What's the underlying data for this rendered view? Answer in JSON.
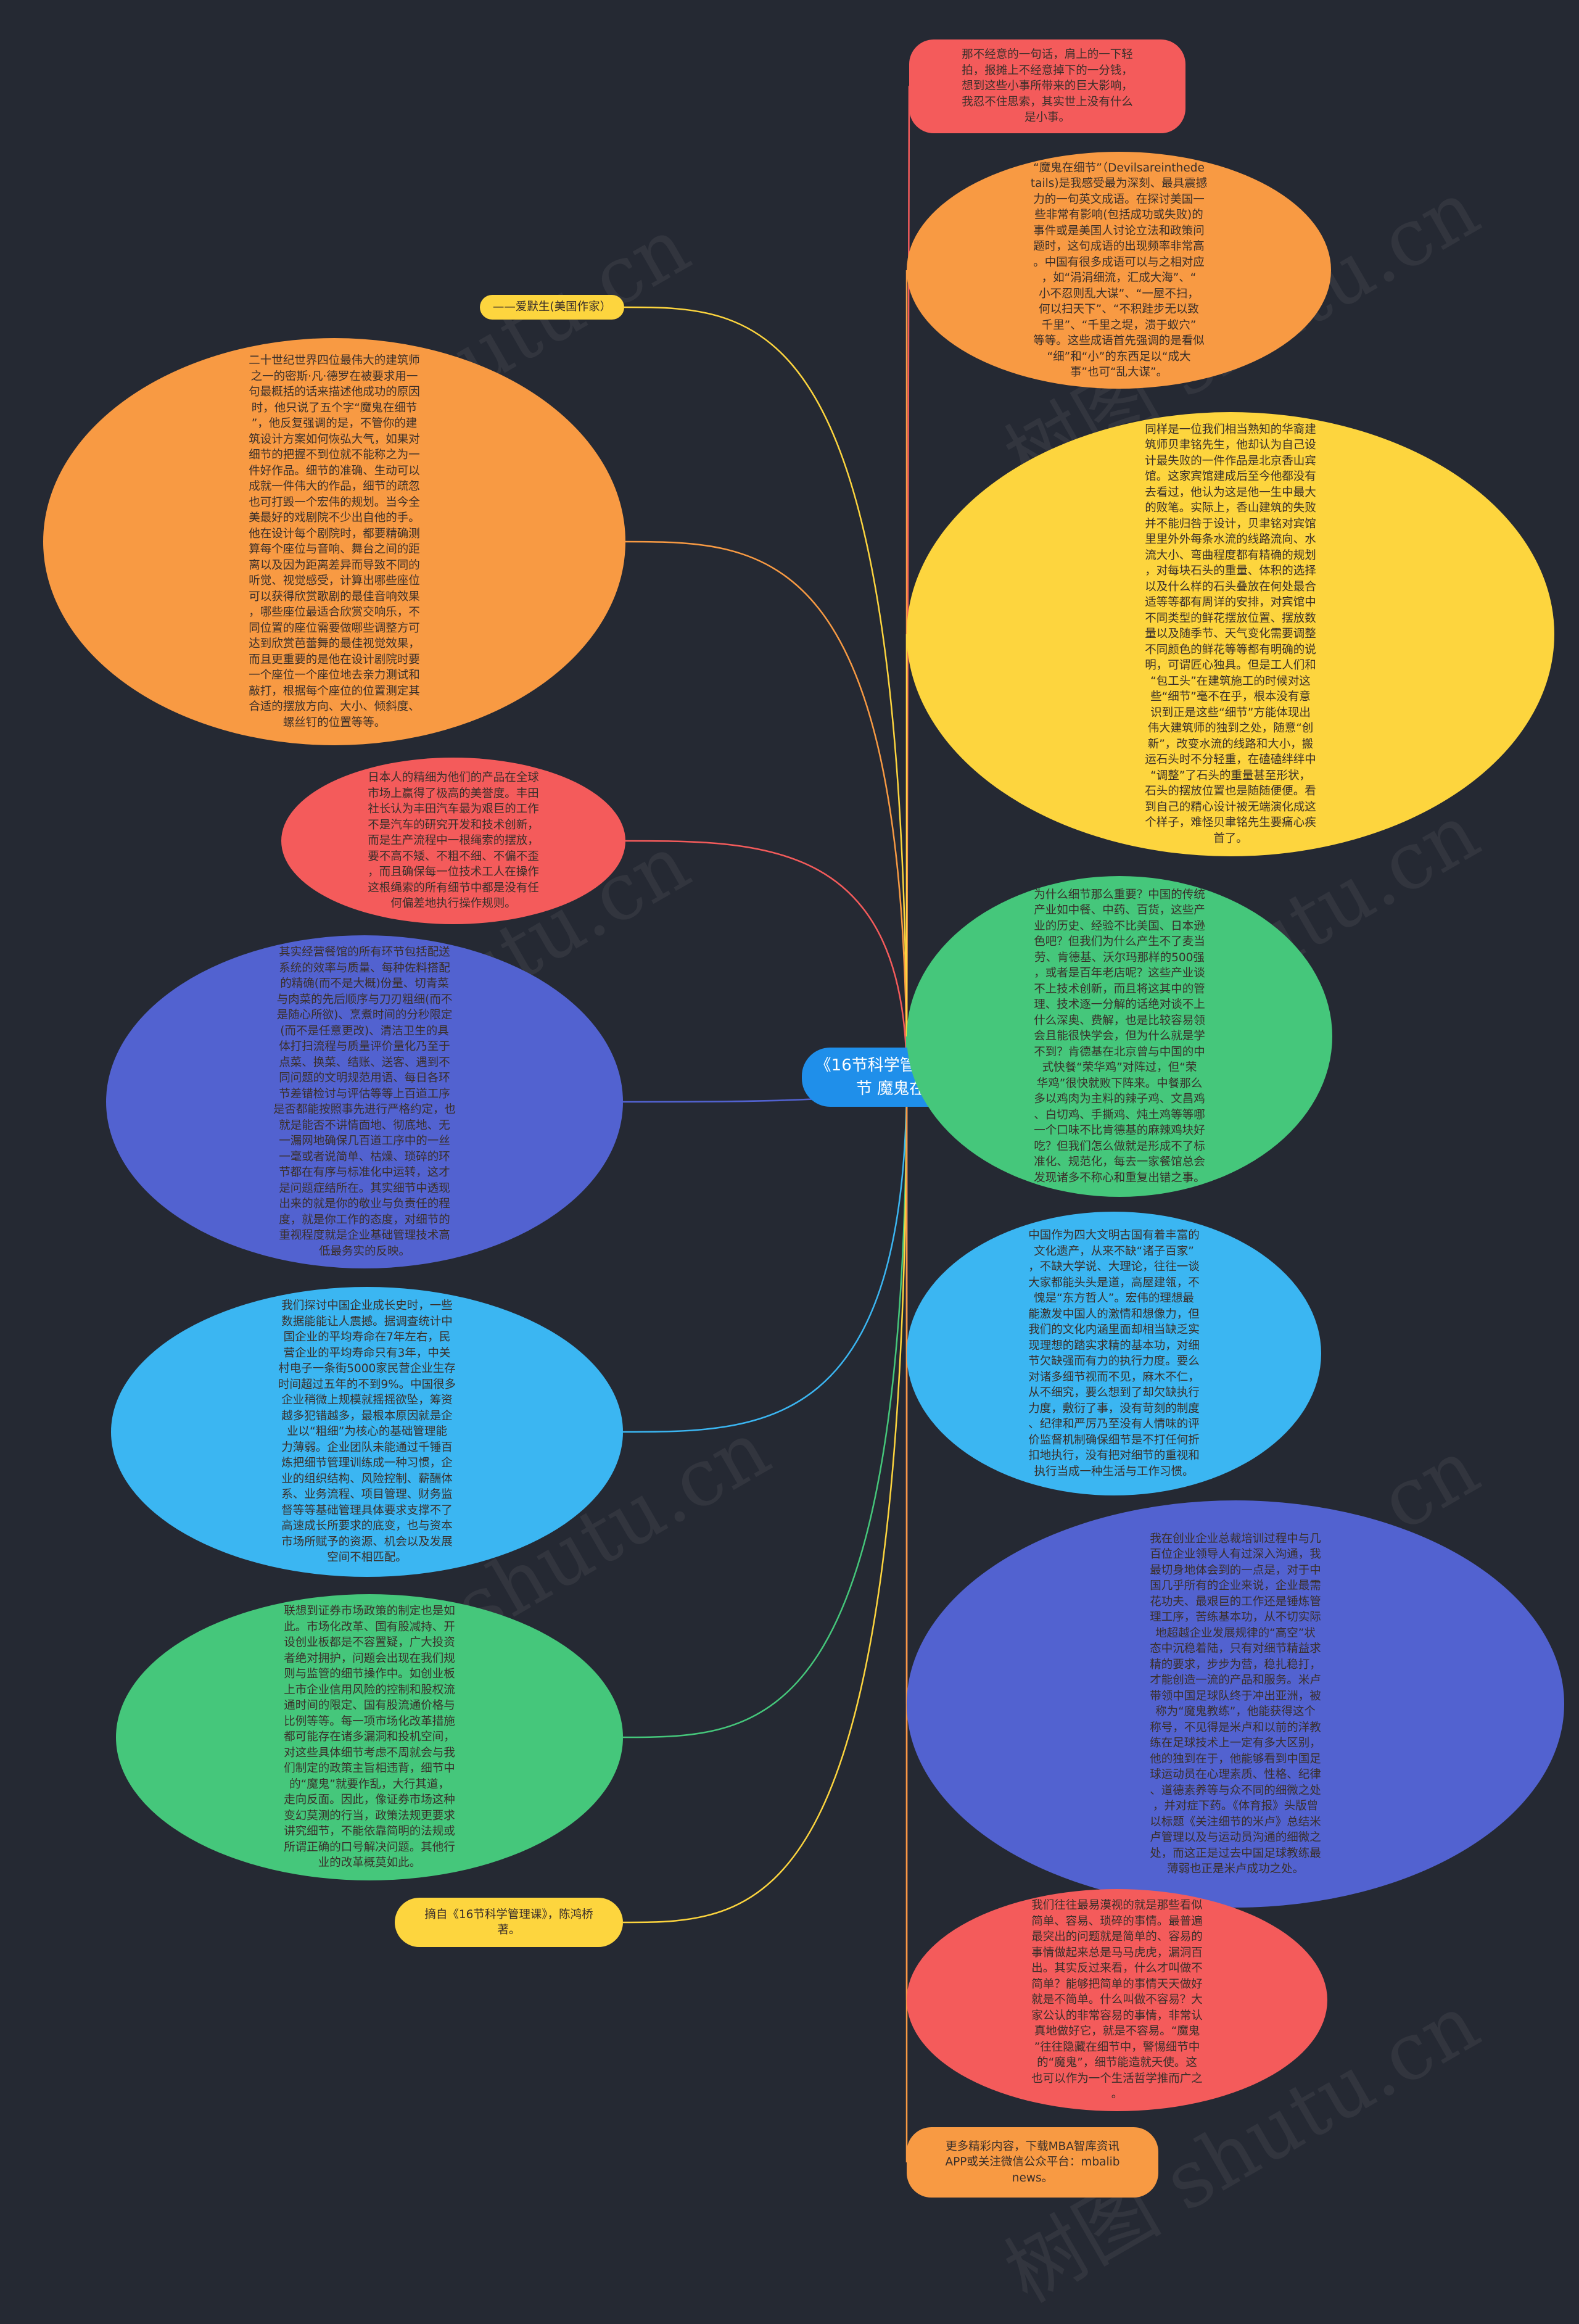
{
  "title": "《16节科学管理课》：第3节 魔鬼在细节",
  "watermark": "树图 shutu.cn",
  "colors": {
    "background": "#252933",
    "center": "#1f8fea",
    "red": "#f45b5b",
    "orange": "#f89a43",
    "yellow": "#fdd53e",
    "green": "#45c77b",
    "blue": "#3bb6f2",
    "indigo": "#5262d0"
  },
  "nodes": [
    {
      "side": "right",
      "color": "red",
      "text": "那不经意的一句话，肩上的一下轻\n拍，报摊上不经意掉下的一分钱，\n想到这些小事所带来的巨大影响，\n我忍不住思索，其实世上没有什么\n是小事。"
    },
    {
      "side": "right",
      "color": "orange",
      "text": "“魔鬼在细节”（Devilsareinthede\ntails)是我感受最为深刻、最具震撼\n力的一句英文成语。在探讨美国一\n些非常有影响(包括成功或失败)的\n事件或是美国人讨论立法和政策问\n题时，这句成语的出现频率非常高\n。中国有很多成语可以与之相对应\n，如“涓涓细流，汇成大海”、“\n小不忍则乱大谋”、“一屋不扫，\n何以扫天下”、“不积跬步无以致\n千里”、“千里之堤，溃于蚁穴”\n等等。这些成语首先强调的是看似\n“细”和“小”的东西足以“成大\n事”也可“乱大谋”。"
    },
    {
      "side": "left",
      "color": "yellow",
      "text": "——爱默生(美国作家）"
    },
    {
      "side": "left",
      "color": "orange",
      "text": "二十世纪世界四位最伟大的建筑师\n之一的密斯·凡·德罗在被要求用一\n句最概括的话来描述他成功的原因\n时，他只说了五个字“魔鬼在细节\n”，他反复强调的是，不管你的建\n筑设计方案如何恢弘大气，如果对\n细节的把握不到位就不能称之为一\n件好作品。细节的准确、生动可以\n成就一件伟大的作品，细节的疏忽\n也可打毁一个宏伟的规划。当今全\n美最好的戏剧院不少出自他的手。\n他在设计每个剧院时，都要精确测\n算每个座位与音响、舞台之间的距\n离以及因为距离差异而导致不同的\n听觉、视觉感受，计算出哪些座位\n可以获得欣赏歌剧的最佳音响效果\n，哪些座位最适合欣赏交响乐，不\n同位置的座位需要做哪些调整方可\n达到欣赏芭蕾舞的最佳视觉效果，\n而且更重要的是他在设计剧院时要\n一个座位一个座位地去亲力测试和\n敲打，根据每个座位的位置测定其\n合适的摆放方向、大小、倾斜度、\n螺丝钉的位置等等。"
    },
    {
      "side": "right",
      "color": "yellow",
      "text": "同样是一位我们相当熟知的华裔建\n筑师贝聿铭先生，他却认为自己设\n计最失败的一件作品是北京香山宾\n馆。这家宾馆建成后至今他都没有\n去看过，他认为这是他一生中最大\n的败笔。实际上，香山建筑的失败\n并不能归咎于设计，贝聿铭对宾馆\n里里外外每条水流的线路流向、水\n流大小、弯曲程度都有精确的规划\n，对每块石头的重量、体积的选择\n以及什么样的石头叠放在何处最合\n适等等都有周详的安排，对宾馆中\n不同类型的鲜花摆放位置、摆放数\n量以及随季节、天气变化需要调整\n不同颜色的鲜花等等都有明确的说\n明，可谓匠心独具。但是工人们和\n“包工头”在建筑施工的时候对这\n些“细节”毫不在乎，根本没有意\n识到正是这些“细节”方能体现出\n伟大建筑师的独到之处，随意“创\n新”，改变水流的线路和大小，搬\n运石头时不分轻重，在磕磕绊绊中\n“调整”了石头的重量甚至形状，\n石头的摆放位置也是随随便便。看\n到自己的精心设计被无端演化成这\n个样子，难怪贝聿铭先生要痛心疾\n首了。"
    },
    {
      "side": "left",
      "color": "red",
      "text": "日本人的精细为他们的产品在全球\n市场上赢得了极高的美誉度。丰田\n社长认为丰田汽车最为艰巨的工作\n不是汽车的研究开发和技术创新，\n而是生产流程中一根绳索的摆放，\n要不高不矮、不粗不细、不偏不歪\n，而且确保每一位技术工人在操作\n这根绳索的所有细节中都是没有任\n何偏差地执行操作规则。"
    },
    {
      "side": "right",
      "color": "green",
      "text": "为什么细节那么重要？中国的传统\n产业如中餐、中药、百货，这些产\n业的历史、经验不比美国、日本逊\n色吧？但我们为什么产生不了麦当\n劳、肯德基、沃尔玛那样的500强\n，或者是百年老店呢？这些产业谈\n不上技术创新，而且将这其中的管\n理、技术逐一分解的话绝对谈不上\n什么深奥、费解，也是比较容易领\n会且能很快学会，但为什么就是学\n不到？肯德基在北京曾与中国的中\n式快餐“荣华鸡”对阵过，但“荣\n华鸡”很快就败下阵来。中餐那么\n多以鸡肉为主料的辣子鸡、文昌鸡\n、白切鸡、手撕鸡、炖土鸡等等哪\n一个口味不比肯德基的麻辣鸡块好\n吃？但我们怎么做就是形成不了标\n准化、规范化，每去一家餐馆总会\n发现诸多不称心和重复出错之事。"
    },
    {
      "side": "left",
      "color": "indigo",
      "text": "其实经营餐馆的所有环节包括配送\n系统的效率与质量、每种佐料搭配\n的精确(而不是大概)份量、切青菜\n与肉菜的先后顺序与刀刃粗细(而不\n是随心所欲)、烹煮时间的分秒限定\n(而不是任意更改)、清洁卫生的具\n体打扫流程与质量评价量化乃至于\n点菜、换菜、结账、送客、遇到不\n同问题的文明规范用语、每日各环\n节差错检讨与评估等等上百道工序\n是否都能按照事先进行严格约定，也\n就是能否不讲情面地、彻底地、无\n一漏网地确保几百道工序中的一丝\n一毫或者说简单、枯燥、琐碎的环\n节都在有序与标准化中运转，这才\n是问题症结所在。其实细节中透现\n出来的就是你的敬业与负责任的程\n度，就是你工作的态度，对细节的\n重视程度就是企业基础管理技术高\n低最务实的反映。"
    },
    {
      "side": "right",
      "color": "blue",
      "text": "中国作为四大文明古国有着丰富的\n文化遗产，从来不缺“诸子百家”\n，不缺大学说、大理论，往往一谈\n大家都能头头是道，高屋建瓴，不\n愧是“东方哲人”。宏伟的理想最\n能激发中国人的激情和想像力，但\n我们的文化内涵里面却相当缺乏实\n现理想的踏实求精的基本功，对细\n节欠缺强而有力的执行力度。要么\n对诸多细节视而不见，麻木不仁，\n从不细究，要么想到了却欠缺执行\n力度，敷衍了事，没有苛刻的制度\n、纪律和严厉乃至没有人情味的评\n价监督机制确保细节是不打任何折\n扣地执行，没有把对细节的重视和\n执行当成一种生活与工作习惯。"
    },
    {
      "side": "left",
      "color": "blue",
      "text": "我们探讨中国企业成长史时，一些\n数据能能让人震撼。据调查统计中\n国企业的平均寿命在7年左右，民\n营企业的平均寿命只有3年，中关\n村电子一条街5000家民营企业生存\n时间超过五年的不到9%。中国很多\n企业稍微上规模就摇摇欲坠，筹资\n越多犯错越多，最根本原因就是企\n业以“粗细”为核心的基础管理能\n力薄弱。企业团队未能通过千锤百\n炼把细节管理训练成一种习惯，企\n业的组织结构、风险控制、薪酬体\n系、业务流程、项目管理、财务监\n督等等基础管理具体要求支撑不了\n高速成长所要求的底变，也与资本\n市场所赋予的资源、机会以及发展\n空间不相匹配。"
    },
    {
      "side": "right",
      "color": "indigo",
      "text": "我在创业企业总裁培训过程中与几\n百位企业领导人有过深入沟通，我\n最切身地体会到的一点是，对于中\n国几乎所有的企业来说，企业最需\n花功夫、最艰巨的工作还是锤炼管\n理工序，苦练基本功，从不切实际\n地超越企业发展规律的“高空”状\n态中沉稳着陆，只有对细节精益求\n精的要求，步步为营，稳扎稳打，\n才能创造一流的产品和服务。米卢\n带领中国足球队终于冲出亚洲，被\n称为“魔鬼教练”，他能获得这个\n称号，不见得是米卢和以前的洋教\n练在足球技术上一定有多大区别，\n他的独到在于，他能够看到中国足\n球运动员在心理素质、性格、纪律\n、道德素养等与众不同的细微之处\n，并对症下药。《体育报》头版曾\n以标题《关注细节的米卢》总结米\n卢管理以及与运动员沟通的细微之\n处，而这正是过去中国足球教练最\n薄弱也正是米卢成功之处。"
    },
    {
      "side": "left",
      "color": "green",
      "text": "联想到证券市场政策的制定也是如\n此。市场化改革、国有股减持、开\n设创业板都是不容置疑，广大投资\n者绝对拥护，问题会出现在我们规\n则与监管的细节操作中。如创业板\n上市企业信用风险的控制和股权流\n通时间的限定、国有股流通价格与\n比例等等。每一项市场化改革措施\n都可能存在诸多漏洞和投机空间，\n对这些具体细节考虑不周就会与我\n们制定的政策主旨相违背，细节中\n的“魔鬼”就要作乱，大行其道，\n走向反面。因此，像证券市场这种\n变幻莫测的行当，政策法规更要求\n讲究细节，不能依靠简明的法规或\n所谓正确的口号解决问题。其他行\n业的改革概莫如此。"
    },
    {
      "side": "right",
      "color": "red",
      "text": "我们往往最易漠视的就是那些看似\n简单、容易、琐碎的事情。最普遍\n最突出的问题就是简单的、容易的\n事情做起来总是马马虎虎，漏洞百\n出。其实反过来看，什么才叫做不\n简单？能够把简单的事情天天做好\n就是不简单。什么叫做不容易？大\n家公认的非常容易的事情，非常认\n真地做好它，就是不容易。“魔鬼\n”往往隐藏在细节中，警惕细节中\n的“魔鬼”，细节能造就天使。这\n也可以作为一个生活哲学推而广之\n。"
    },
    {
      "side": "left",
      "color": "yellow",
      "text": "摘自《16节科学管理课》，陈鸿桥\n著。"
    },
    {
      "side": "right",
      "color": "orange",
      "text": "更多精彩内容，下载MBA智库资讯\nAPP或关注微信公众平台：mbalib\nnews。"
    }
  ]
}
